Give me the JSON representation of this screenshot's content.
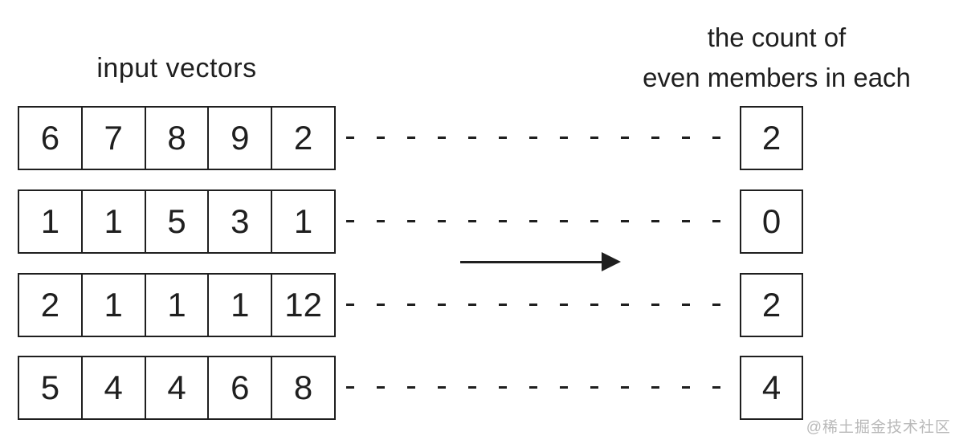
{
  "labels": {
    "left": "input vectors",
    "right_line1": "the count of",
    "right_line2": "even members in each"
  },
  "vectors": [
    [
      "6",
      "7",
      "8",
      "9",
      "2"
    ],
    [
      "1",
      "1",
      "5",
      "3",
      "1"
    ],
    [
      "2",
      "1",
      "1",
      "1",
      "12"
    ],
    [
      "5",
      "4",
      "4",
      "6",
      "8"
    ]
  ],
  "counts": [
    "2",
    "0",
    "2",
    "4"
  ],
  "watermark": "@稀土掘金技术社区",
  "icons": {
    "arrow": "right-arrow"
  },
  "colors": {
    "ink": "#1f1f1f",
    "watermark": "#b9b9b9",
    "background": "#ffffff"
  },
  "chart_data": {
    "type": "table",
    "title": "input vectors mapped to the count of even members in each",
    "rows": [
      {
        "vector": [
          6,
          7,
          8,
          9,
          2
        ],
        "even_count": 2
      },
      {
        "vector": [
          1,
          1,
          5,
          3,
          1
        ],
        "even_count": 0
      },
      {
        "vector": [
          2,
          1,
          1,
          1,
          12
        ],
        "even_count": 2
      },
      {
        "vector": [
          5,
          4,
          4,
          6,
          8
        ],
        "even_count": 4
      }
    ]
  }
}
